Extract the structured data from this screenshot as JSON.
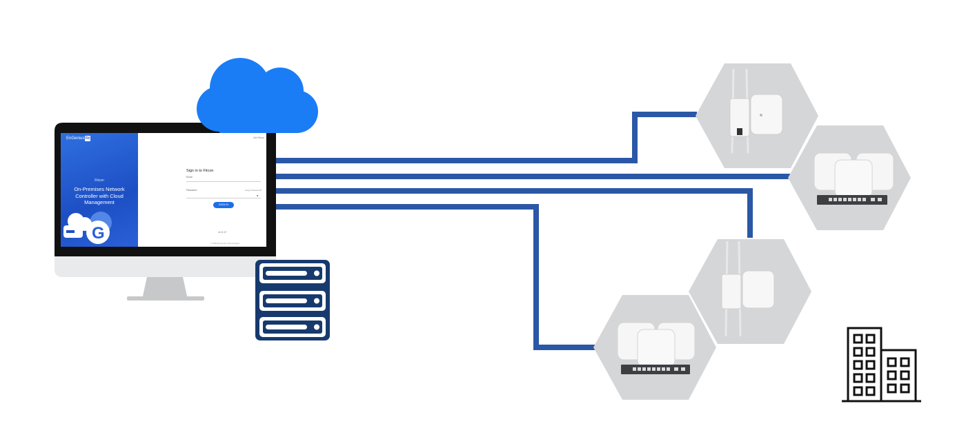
{
  "login_screen": {
    "brand": "EnGenius",
    "brand_badge": "Fit",
    "hero_small": "Fitcon",
    "hero_line1": "On-Premises Network",
    "hero_line2": "Controller with Cloud Management",
    "top_link": "Get Fitcon",
    "form_title": "Sign in to Fitcon",
    "email_label": "Email",
    "password_label": "Password",
    "forgot_label": "Forgot Password?",
    "signin_button": "SIGN IN",
    "version": "v1.0.17",
    "copyright": "© 2022 EnGenius Technologies"
  },
  "colors": {
    "link": "#2b58a6",
    "cloud": "#1a7df5",
    "server": "#173a6e",
    "hex": "#d5d6d8",
    "monitor_bezel": "#111111",
    "monitor_stand": "#c7c8ca"
  },
  "icons": [
    "cloud-icon",
    "server-rack-icon",
    "building-icon",
    "monitor-icon",
    "access-point-icon",
    "switch-icon"
  ]
}
